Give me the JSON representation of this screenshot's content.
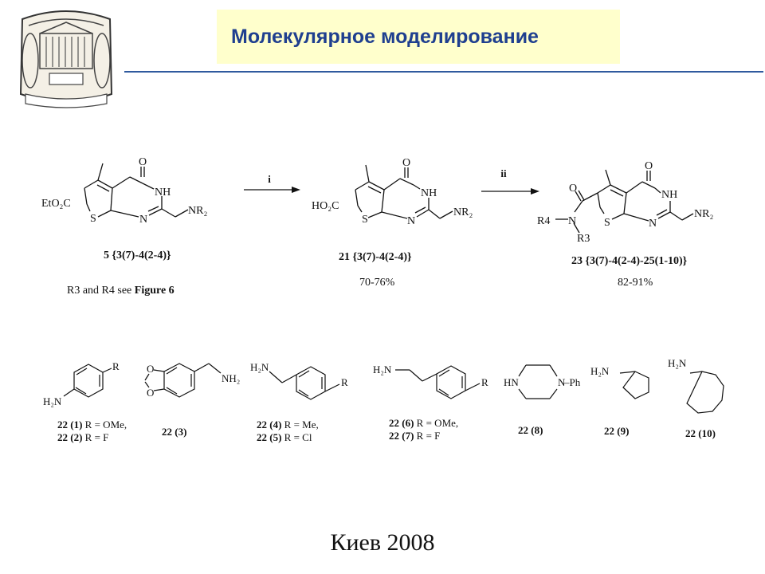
{
  "header": {
    "title": "Молекулярное моделирование",
    "emblem_icon": "university-seal-icon"
  },
  "scheme": {
    "arrow_1_label": "i",
    "arrow_2_label": "ii",
    "compound_5": {
      "atoms": [
        "O",
        "NH",
        "EtO₂C",
        "S",
        "N",
        "NR₂"
      ],
      "label": "5 {3(7)-4(2-4)}",
      "note_prefix": "R3 and R4 see ",
      "note_bold": "Figure 6"
    },
    "compound_21": {
      "atoms": [
        "O",
        "NH",
        "HO₂C",
        "S",
        "N",
        "NR₂"
      ],
      "label": "21 {3(7)-4(2-4)}",
      "yield": "70-76%"
    },
    "compound_23": {
      "atoms": [
        "O",
        "O",
        "NH",
        "R4",
        "N",
        "R3",
        "S",
        "N",
        "NR₂"
      ],
      "label": "23 {3(7)-4(2-4)-25(1-10)}",
      "yield": "82-91%"
    }
  },
  "amines": [
    {
      "atoms": [
        "R",
        "H₂N"
      ],
      "label_lines": [
        {
          "bold": "22 (1)",
          "rest": " R = OMe,"
        },
        {
          "bold": "22 (2)",
          "rest": " R = F"
        }
      ]
    },
    {
      "atoms": [
        "O",
        "O",
        "NH₂"
      ],
      "label_lines": [
        {
          "bold": "22 (3)",
          "rest": ""
        }
      ]
    },
    {
      "atoms": [
        "H₂N",
        "R"
      ],
      "label_lines": [
        {
          "bold": "22 (4)",
          "rest": " R = Me,"
        },
        {
          "bold": "22 (5)",
          "rest": " R = Cl"
        }
      ]
    },
    {
      "atoms": [
        "H₂N",
        "R"
      ],
      "label_lines": [
        {
          "bold": "22 (6)",
          "rest": " R = OMe,"
        },
        {
          "bold": "22 (7)",
          "rest": " R = F"
        }
      ]
    },
    {
      "atoms": [
        "HN",
        "N",
        "Ph"
      ],
      "label_lines": [
        {
          "bold": "22 (8)",
          "rest": ""
        }
      ]
    },
    {
      "atoms": [
        "H₂N"
      ],
      "label_lines": [
        {
          "bold": "22 (9)",
          "rest": ""
        }
      ]
    },
    {
      "atoms": [
        "H₂N"
      ],
      "label_lines": [
        {
          "bold": "22 (10)",
          "rest": ""
        }
      ]
    }
  ],
  "footer": {
    "text": "Киев 2008"
  }
}
